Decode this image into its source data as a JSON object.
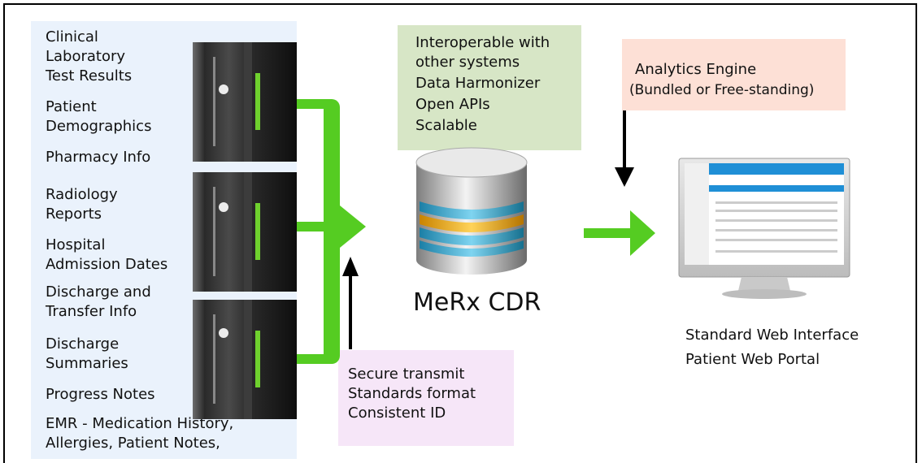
{
  "sources": [
    {
      "lines": [
        "Clinical",
        "Laboratory",
        "Test Results"
      ]
    },
    {
      "lines": [
        "Patient",
        "Demographics"
      ]
    },
    {
      "lines": [
        "Pharmacy Info"
      ]
    },
    {
      "lines": [
        "Radiology",
        "Reports"
      ]
    },
    {
      "lines": [
        "Hospital",
        "Admission Dates"
      ]
    },
    {
      "lines": [
        "Discharge and",
        "Transfer Info"
      ]
    },
    {
      "lines": [
        "Discharge",
        "Summaries"
      ]
    },
    {
      "lines": [
        "Progress Notes"
      ]
    },
    {
      "lines": [
        "EMR - Medication History,",
        "Allergies, Patient Notes,"
      ]
    }
  ],
  "features": [
    "Interoperable with",
    "other systems",
    "Data Harmonizer",
    "Open APIs",
    "Scalable"
  ],
  "analytics": {
    "line1": "Analytics Engine",
    "line2": "(Bundled or Free-standing)"
  },
  "cdr_label": "MeRx CDR",
  "secure": [
    "Secure transmit",
    "Standards format",
    "Consistent ID"
  ],
  "web": [
    "Standard Web Interface",
    "Patient Web Portal"
  ],
  "colors": {
    "arrow_green": "#55cc22",
    "features_bg": "#d7e6c6",
    "analytics_bg": "#fde0d6",
    "secure_bg": "#f6e6f8",
    "sources_bg": "#eaf2fc"
  }
}
